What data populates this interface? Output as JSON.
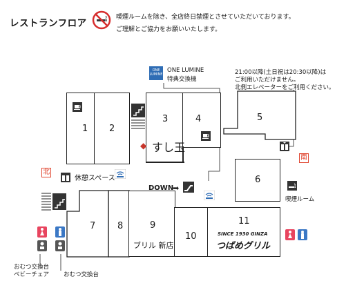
{
  "header": {
    "title": "レストランフロア",
    "notice_line1": "喫煙ルームを除き、全店終日禁煙とさせていただいております。",
    "notice_line2": "ご理解とご協力をお願いいたします。"
  },
  "one_lumine": {
    "logo_line1": "ONE",
    "logo_line2": "LUMINE",
    "title": "ONE LUMINE",
    "subtitle": "特典交換機"
  },
  "note": {
    "line1": "21:00以降(土日祝は20:30以降)は",
    "line2": "ご利用いただけません。",
    "line3": "北側エレベーターをご利用ください。"
  },
  "shops": {
    "s1": "1",
    "s2": "2",
    "s3": "3",
    "s4": "4",
    "s5": "5",
    "s6": "6",
    "s7": "7",
    "s8": "8",
    "s9": "9",
    "s10": "10",
    "s11": "11"
  },
  "logos": {
    "sushi": "すし玉",
    "grill_small": "SINCE 1930 GINZA",
    "grill_main": "つばめグリル",
    "brill": "ブリル 新店"
  },
  "labels": {
    "rest_space": "休憩スペース",
    "down": "DOWN",
    "smoking_room": "喫煙ルーム",
    "north": "北",
    "south": "南",
    "diaper_baby": "おむつ交換台",
    "baby_chair": "ベビーチェア",
    "diaper": "おむつ交換台"
  },
  "colors": {
    "accent": "#e0452f",
    "lumine_blue": "#2f6db5",
    "wc_female": "#e8455f",
    "wc_male": "#3b78c5"
  },
  "icons": [
    "no-smoking-icon",
    "cafe-icon",
    "stairs-icon",
    "escalator-icon",
    "elevator-icon",
    "smoking-icon",
    "restroom-female-icon",
    "restroom-male-icon",
    "baby-icon",
    "wifi-icon"
  ]
}
